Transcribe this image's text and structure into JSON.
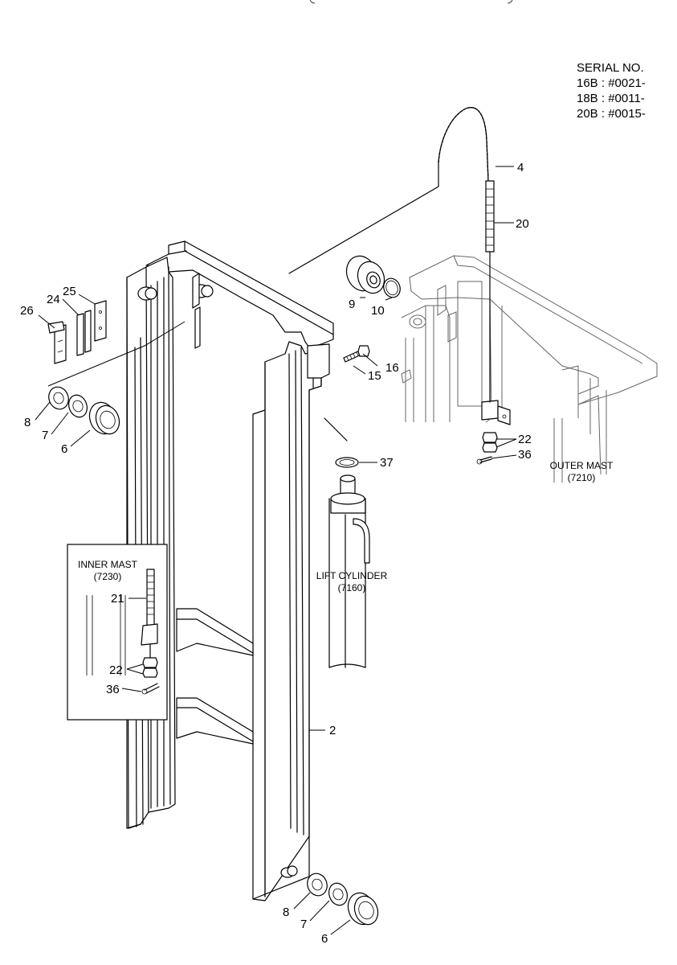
{
  "header": {
    "serial": {
      "title": "SERIAL NO.",
      "lines": [
        "16B : #0021-",
        "18B : #0011-",
        "20B : #0015-"
      ]
    }
  },
  "assembly_labels": {
    "outer_mast": [
      "OUTER MAST",
      "(7210)"
    ],
    "lift_cylinder": [
      "LIFT CYLINDER",
      "(7160)"
    ],
    "inner_mast": [
      "INNER MAST",
      "(7230)"
    ]
  },
  "callouts": {
    "c4": "4",
    "c20": "20",
    "c9": "9",
    "c10": "10",
    "c15": "15",
    "c16": "16",
    "c22_outer": "22",
    "c36_outer": "36",
    "c37": "37",
    "c26": "26",
    "c24": "24",
    "c25": "25",
    "c8_top": "8",
    "c7_top": "7",
    "c6_top": "6",
    "c21": "21",
    "c22_inner": "22",
    "c36_inner": "36",
    "c2": "2",
    "c8_bottom": "8",
    "c7_bottom": "7",
    "c6_bottom": "6"
  }
}
